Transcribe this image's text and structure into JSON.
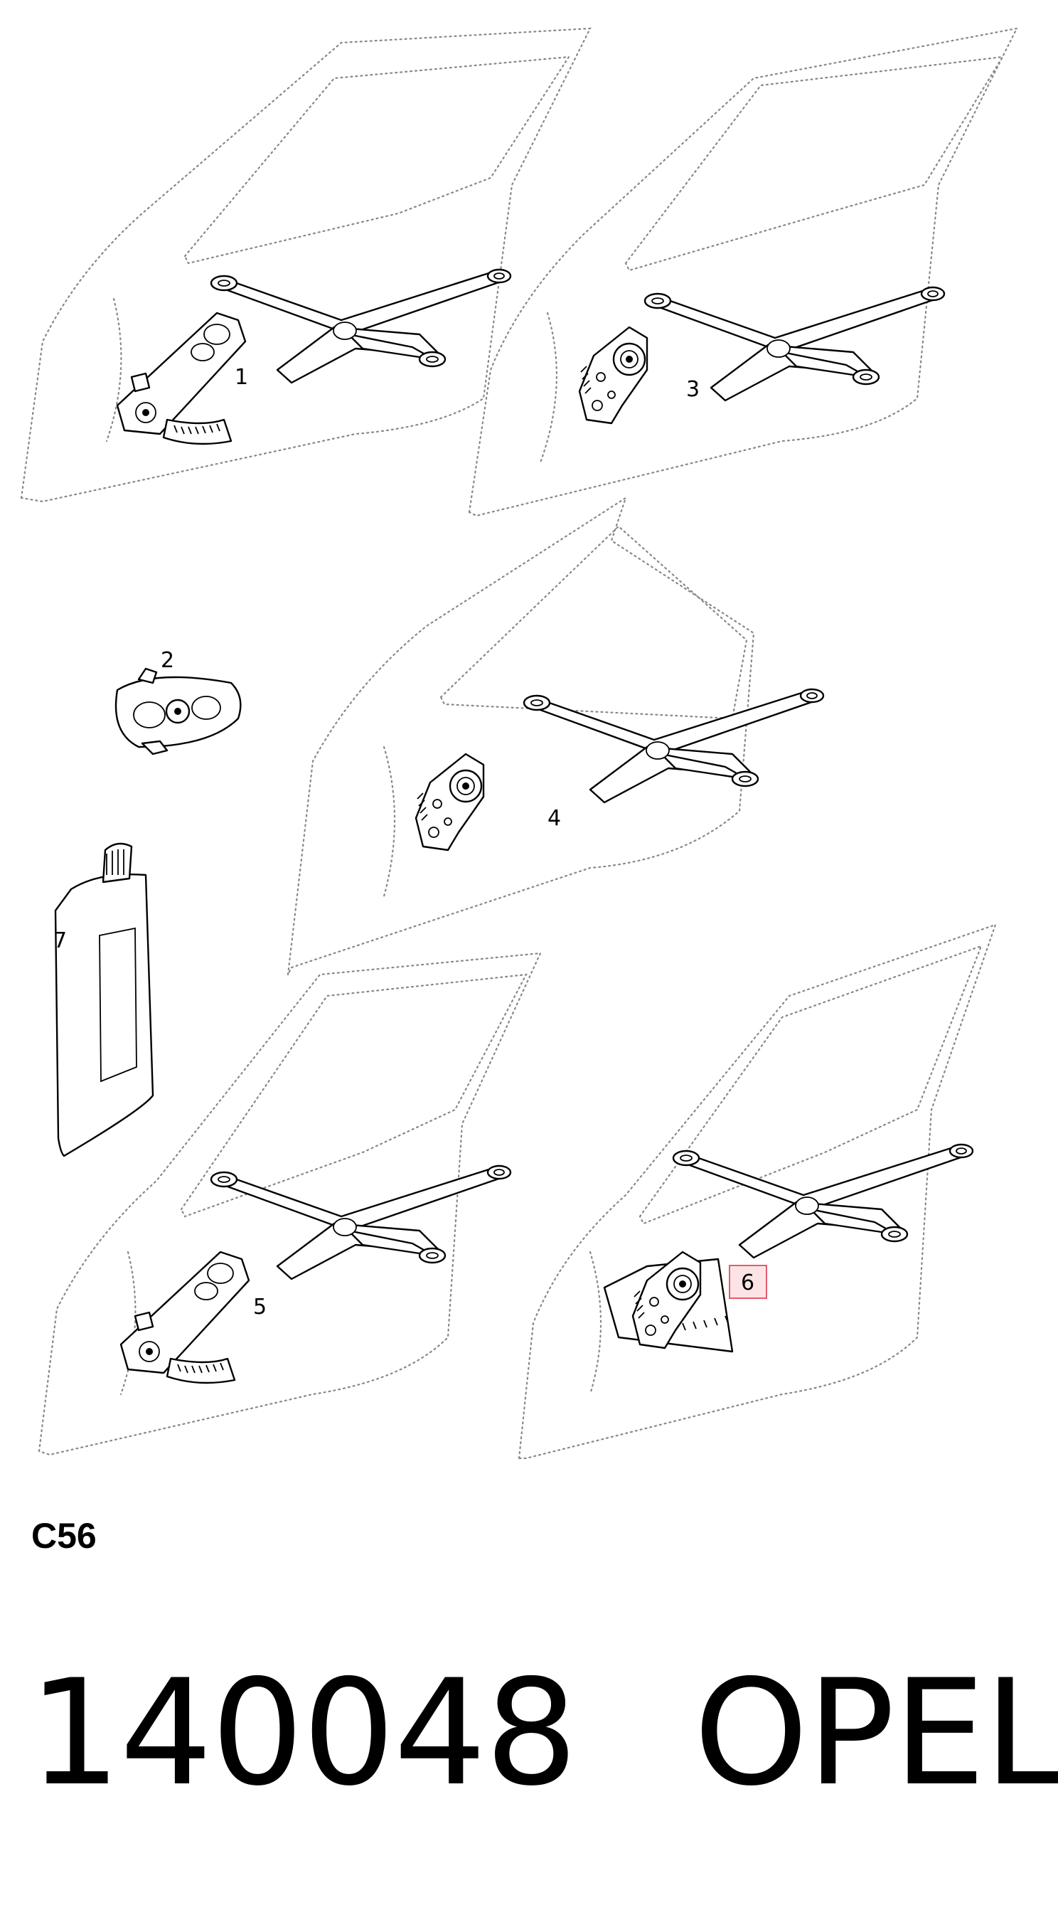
{
  "diagram": {
    "callouts": [
      {
        "id": "1",
        "label": "1"
      },
      {
        "id": "2",
        "label": "2"
      },
      {
        "id": "3",
        "label": "3"
      },
      {
        "id": "4",
        "label": "4"
      },
      {
        "id": "5",
        "label": "5"
      },
      {
        "id": "6",
        "label": "6",
        "highlighted": true
      },
      {
        "id": "7",
        "label": "7"
      }
    ],
    "highlight_color": "#e35a6d",
    "code": "C56"
  },
  "footer": {
    "part_number": "140048",
    "brand": "OPEL"
  }
}
